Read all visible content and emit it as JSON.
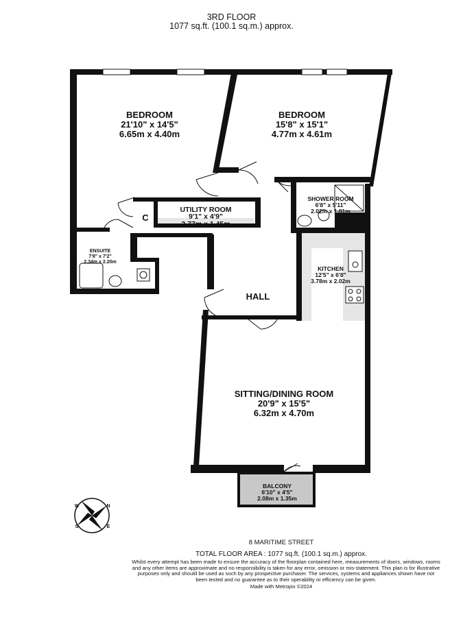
{
  "header": {
    "floor": "3RD FLOOR",
    "area": "1077 sq.ft. (100.1 sq.m.) approx."
  },
  "rooms": {
    "bedroom1": {
      "name": "BEDROOM",
      "imperial": "21'10\" x 14'5\"",
      "metric": "6.65m x 4.40m"
    },
    "bedroom2": {
      "name": "BEDROOM",
      "imperial": "15'8\" x 15'1\"",
      "metric": "4.77m x 4.61m"
    },
    "shower": {
      "name": "SHOWER ROOM",
      "imperial": "6'8\" x 5'11\"",
      "metric": "2.02m x 1.81m"
    },
    "utility": {
      "name": "UTILITY ROOM",
      "imperial": "9'1\" x 4'9\"",
      "metric": "2.77m x 1.45m"
    },
    "cupboard": {
      "name": "C"
    },
    "ensuite": {
      "name": "ENSUITE",
      "imperial": "7'8\" x 7'2\"",
      "metric": "2.34m x 2.20m"
    },
    "kitchen": {
      "name": "KITCHEN",
      "imperial": "12'5\" x 6'8\"",
      "metric": "3.78m x 2.02m"
    },
    "hall": {
      "name": "HALL"
    },
    "sitting": {
      "name": "SITTING/DINING ROOM",
      "imperial": "20'9\" x 15'5\"",
      "metric": "6.32m x 4.70m"
    },
    "balcony": {
      "name": "BALCONY",
      "imperial": "6'10\" x 4'5\"",
      "metric": "2.08m x 1.35m"
    }
  },
  "compass": {
    "n": "N",
    "e": "E",
    "s": "S",
    "w": "W"
  },
  "footer": {
    "address": "8 MARITIME STREET",
    "total": "TOTAL FLOOR AREA : 1077 sq.ft. (100.1 sq.m.) approx.",
    "disclaimer": "Whilst every attempt has been made to ensure the accuracy of the floorplan contained here, measurements of doors, windows, rooms and any other items are approximate and no responsibility is taken for any error, omission or mis-statement. This plan is for illustrative purposes only and should be used as such by any prospective purchaser. The services, systems and appliances shown have not been tested and no guarantee as to their operability or efficiency can be given.",
    "made_with": "Made with Metropix ©2024"
  },
  "colors": {
    "wall": "#111111",
    "fixture_fill": "#e6e6e6",
    "balcony_fill": "#c8c8c8"
  }
}
